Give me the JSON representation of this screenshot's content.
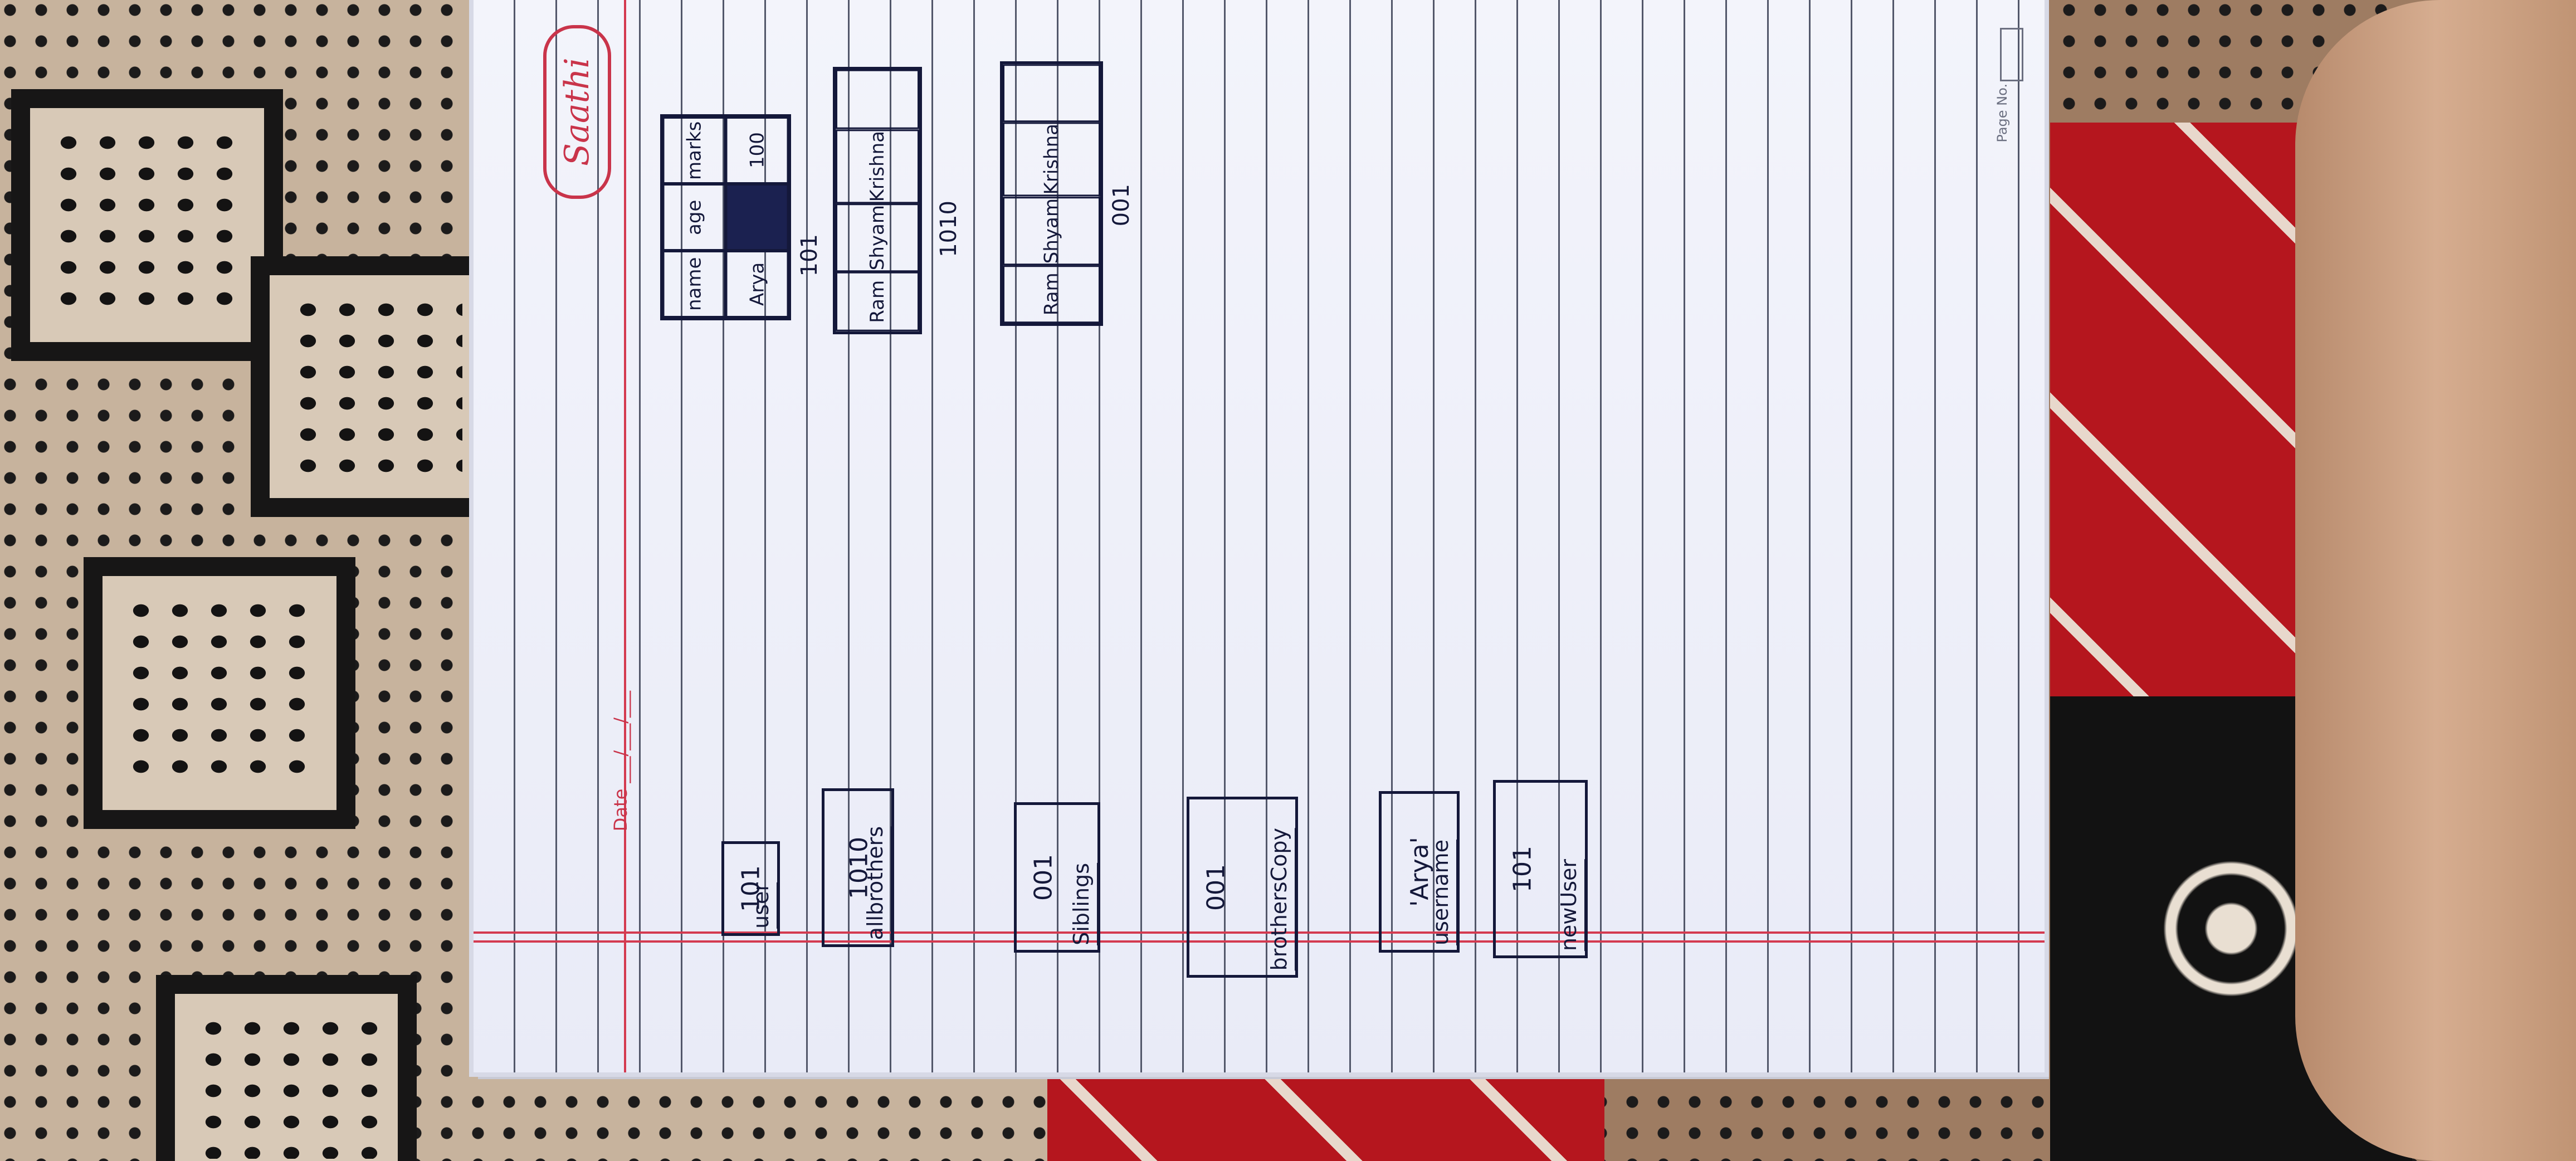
{
  "notebook": {
    "brand": "Saathi",
    "date_label": "Date ___/___/___",
    "page_no_label": "Page No."
  },
  "variables": [
    {
      "name": "user",
      "value": "101"
    },
    {
      "name": "allbrothers",
      "value": "1010"
    },
    {
      "name": "Siblings",
      "value": "001"
    },
    {
      "name": "brothersCopy",
      "value": "001"
    },
    {
      "name": "username",
      "value": "'Arya'"
    },
    {
      "name": "newUser",
      "value": "101"
    }
  ],
  "objects": [
    {
      "address": "101",
      "cells": [
        "name",
        "Arya",
        "age",
        "",
        "marks",
        "100"
      ]
    },
    {
      "address": "1010",
      "cells": [
        "Ram",
        "Shyam",
        "Krishna"
      ]
    },
    {
      "address": "001",
      "cells": [
        "Ram",
        "Shyam",
        "Krishna"
      ]
    }
  ],
  "colors": {
    "ink": "#14183a",
    "margin": "#d43a50",
    "paper": "#eef0f9"
  }
}
